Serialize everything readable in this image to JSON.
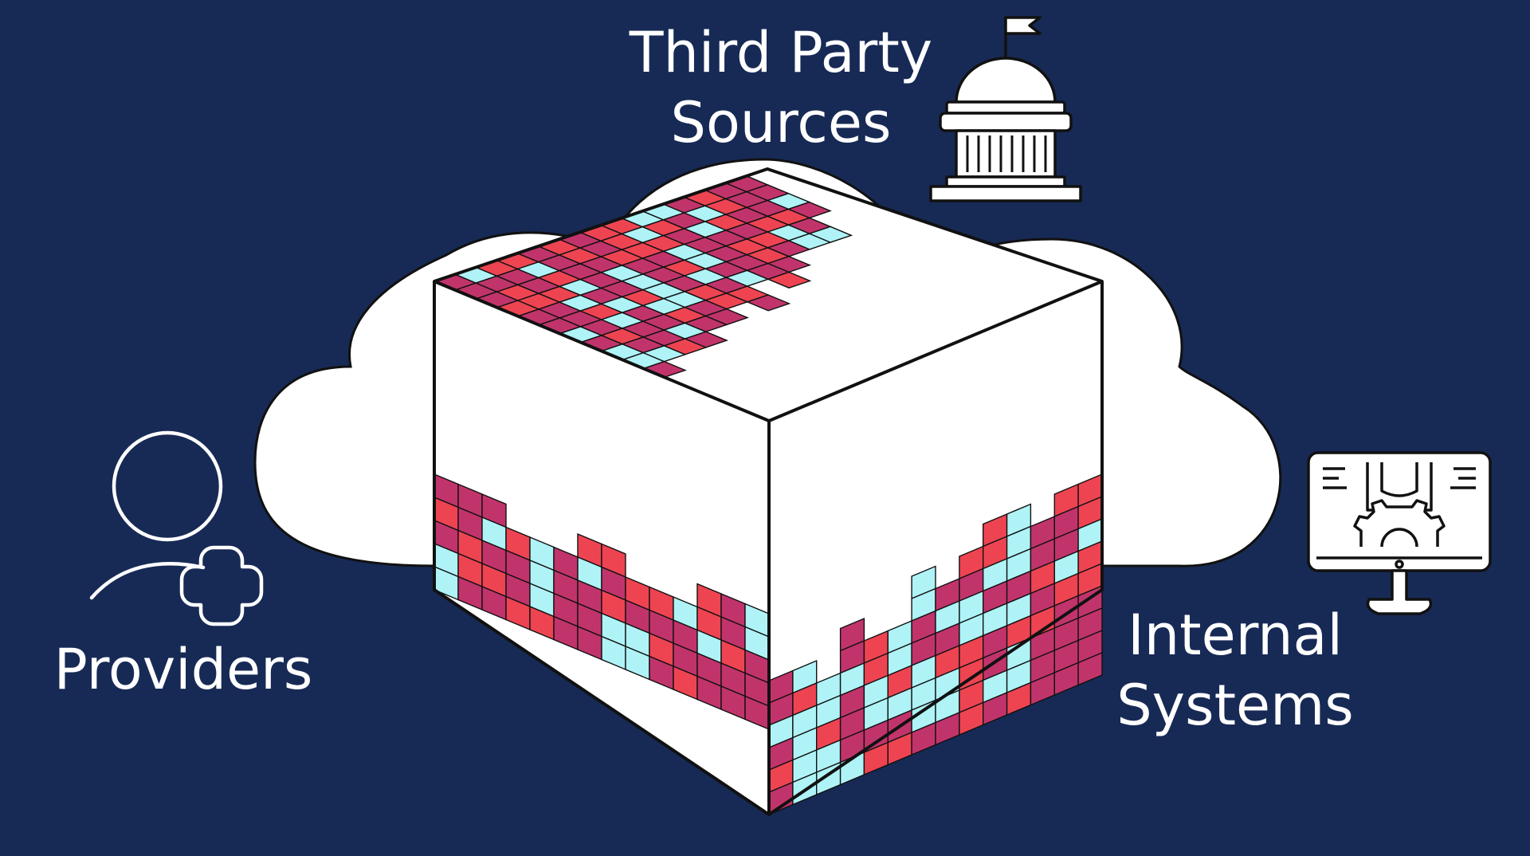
{
  "labels": {
    "third_party": [
      "Third Party",
      "Sources"
    ],
    "providers": "Providers",
    "internal": [
      "Internal",
      "Systems"
    ]
  },
  "icons": {
    "third_party": "government-building-icon",
    "providers": "provider-person-plus-icon",
    "internal": "computer-monitor-gear-icon"
  },
  "colors": {
    "background": "#172a55",
    "cloud": "#ffffff",
    "magenta": "#c1346b",
    "red": "#ee4452",
    "cyan": "#aff3f7",
    "outline": "#111111"
  }
}
